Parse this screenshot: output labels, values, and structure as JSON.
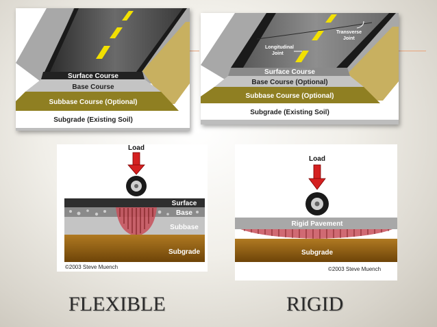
{
  "flexible_section": {
    "diagram_top": {
      "surface_course": "Surface Course",
      "base_course": "Base Course",
      "subbase_course": "Subbase Course (Optional)",
      "subgrade": "Subgrade (Existing Soil)"
    },
    "diagram_bottom": {
      "load": "Load",
      "surface": "Surface",
      "base": "Base",
      "subbase": "Subbase",
      "subgrade": "Subgrade",
      "copyright": "©2003  Steve Muench"
    },
    "caption": "FLEXIBLE"
  },
  "rigid_section": {
    "diagram_top": {
      "transverse_joint": "Transverse Joint",
      "transverse_line1": "Transverse",
      "transverse_line2": "Joint",
      "longitudinal_line1": "Longitudinal",
      "longitudinal_line2": "Joint",
      "surface_course": "Surface Course",
      "base_course": "Base Course (Optional)",
      "subbase_course": "Subbase Course (Optional)",
      "subgrade": "Subgrade (Existing Soil)"
    },
    "diagram_bottom": {
      "load": "Load",
      "rigid_pavement": "Rigid Pavement",
      "subgrade": "Subgrade",
      "copyright": "©2003  Steve Muench"
    },
    "caption": "RIGID"
  },
  "colors": {
    "asphalt": "#555555",
    "base_gray": "#bcbcbc",
    "subbase_olive": "#8f7f22",
    "lane_yellow": "#f2e000",
    "load_arrow_red": "#d42020",
    "soil_brown": "#9c6314"
  }
}
